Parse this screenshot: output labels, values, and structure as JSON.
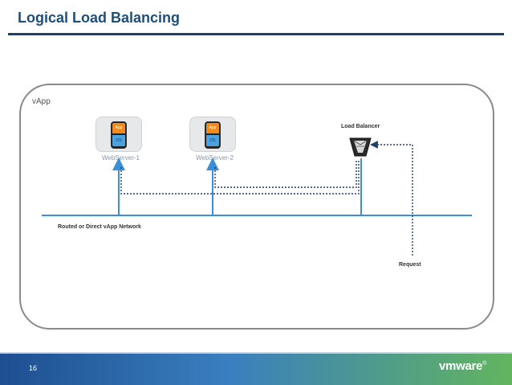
{
  "slide": {
    "title": "Logical Load Balancing",
    "page_number": "16"
  },
  "diagram": {
    "vapp_label": "vApp",
    "servers": [
      {
        "name": "WebServer-1",
        "app": "App",
        "os": "OS"
      },
      {
        "name": "WebServer-2",
        "app": "App",
        "os": "OS"
      }
    ],
    "load_balancer_label": "Load Balancer",
    "network_label": "Routed or Direct vApp Network",
    "request_label": "Request"
  },
  "footer": {
    "logo_text": "vmware",
    "logo_mark": "®"
  },
  "colors": {
    "title": "#1f4e79",
    "network_line": "#3b8fd6",
    "dotted_line": "#1f3f66",
    "app_layer": "#f28a1c",
    "os_layer": "#4aa3df"
  }
}
